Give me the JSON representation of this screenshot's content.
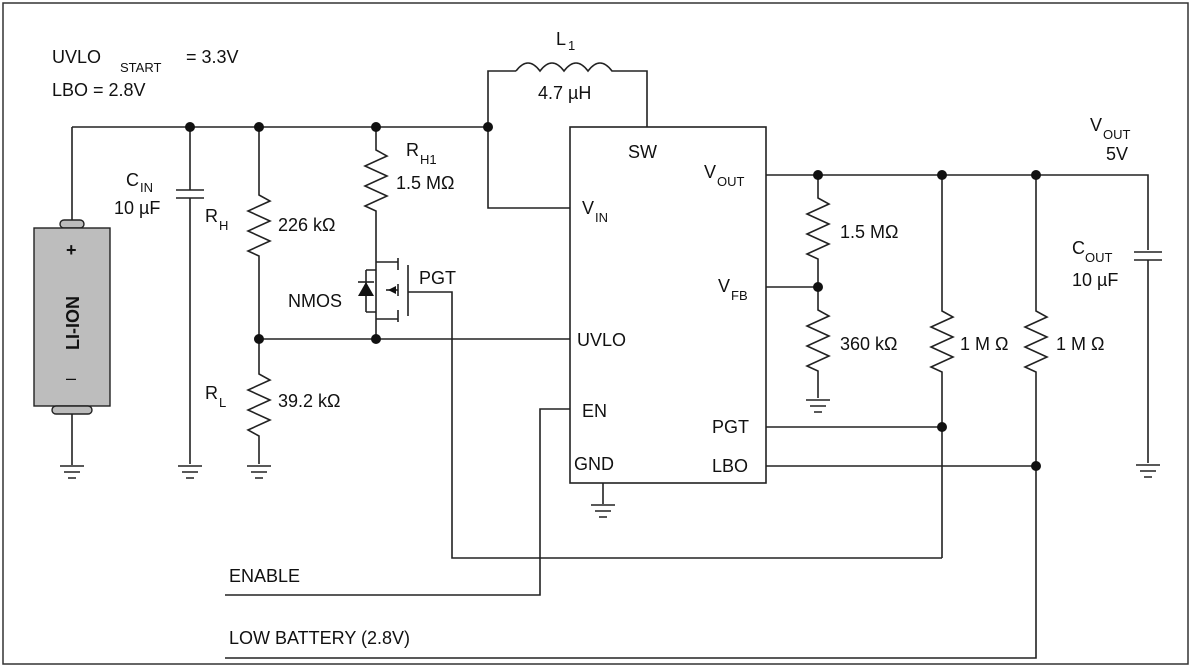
{
  "specs": {
    "uvlo_main": "UVLO",
    "uvlo_sub": "START",
    "uvlo_value": "= 3.3V",
    "lbo": "LBO = 2.8V"
  },
  "inductor": {
    "name": "L",
    "sub": "1",
    "value": "4.7 µH"
  },
  "cin": {
    "name": "C",
    "sub": "IN",
    "value": "10 µF"
  },
  "battery": {
    "label": "LI-ION",
    "plus": "+",
    "minus": "–"
  },
  "rh": {
    "name": "R",
    "sub": "H",
    "value": "226 kΩ"
  },
  "rl": {
    "name": "R",
    "sub": "L",
    "value": "39.2 kΩ"
  },
  "rh1": {
    "name": "R",
    "sub": "H1",
    "value": "1.5 MΩ"
  },
  "nmos": "NMOS",
  "pgt_gate": "PGT",
  "ic_pins": {
    "sw": "SW",
    "vin_main": "V",
    "vin_sub": "IN",
    "uvlo": "UVLO",
    "en": "EN",
    "gnd": "GND",
    "vout_main": "V",
    "vout_sub": "OUT",
    "vfb_main": "V",
    "vfb_sub": "FB",
    "pgt": "PGT",
    "lbo": "LBO"
  },
  "fb_top": "1.5 MΩ",
  "fb_bottom": "360 kΩ",
  "pullup1": "1 M Ω",
  "pullup2": "1 M Ω",
  "cout": {
    "name": "C",
    "sub": "OUT",
    "value": "10 µF"
  },
  "vout_label": {
    "main": "V",
    "sub": "OUT",
    "value": "5V"
  },
  "signals": {
    "enable": "ENABLE",
    "low_battery": "LOW BATTERY (2.8V)"
  }
}
